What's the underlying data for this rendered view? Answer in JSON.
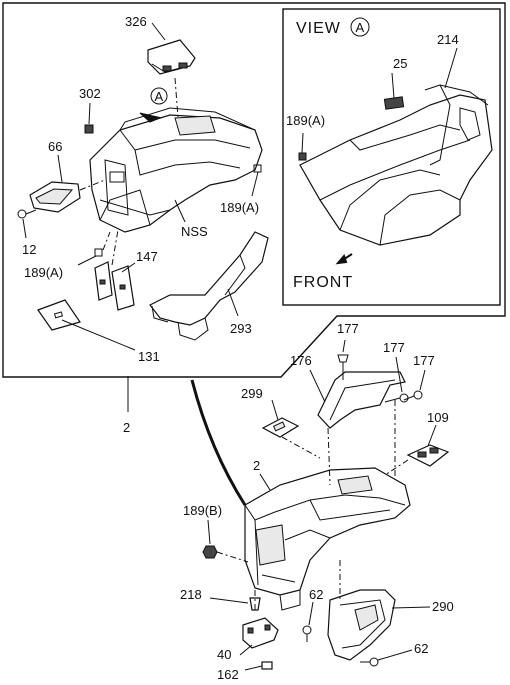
{
  "view": {
    "title": "VIEW",
    "circle_letter": "A",
    "front_label": "FRONT"
  },
  "callouts": {
    "arrow_marker": "A",
    "c326": "326",
    "c302": "302",
    "c66": "66",
    "c12": "12",
    "c189a_1": "189(A)",
    "c189a_2": "189(A)",
    "c147": "147",
    "cnss": "NSS",
    "c293": "293",
    "c131": "131",
    "c2_top": "2",
    "c25": "25",
    "c214": "214",
    "c189a_view": "189(A)",
    "c177_1": "177",
    "c177_2": "177",
    "c177_3": "177",
    "c176": "176",
    "c299": "299",
    "c109": "109",
    "c2_main": "2",
    "c189b": "189(B)",
    "c218": "218",
    "c62_1": "62",
    "c290": "290",
    "c40": "40",
    "c62_2": "62",
    "c162": "162"
  }
}
